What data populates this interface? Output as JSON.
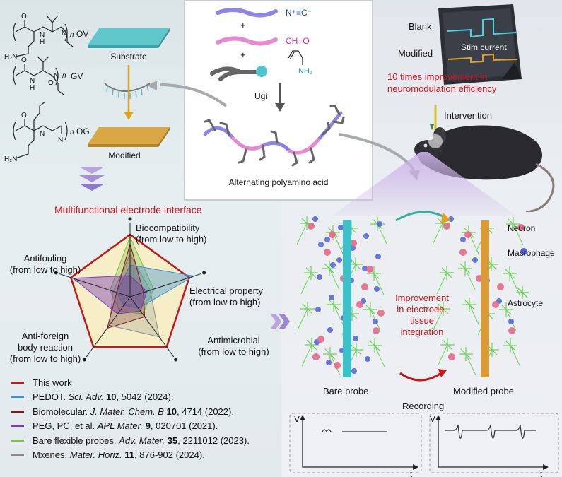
{
  "polymers": {
    "ov": "OV",
    "gv": "GV",
    "og": "OG",
    "n_label": "n",
    "nh2": "H₂N",
    "nh": "N",
    "h": "H",
    "o": "O"
  },
  "substrate": {
    "substrate_label": "Substrate",
    "modified_label": "Modified"
  },
  "ugi": {
    "reagent1": "N⁺≡C⁻",
    "reagent2": "CH=O",
    "plus": "+",
    "amine": "NH₂",
    "reaction": "Ugi",
    "product": "Alternating polyamino acid"
  },
  "mouse_panel": {
    "blank": "Blank",
    "modified": "Modified",
    "stim": "Stim current",
    "improvement": "10 times improvement in neuromodulation efficiency",
    "intervention": "Intervention"
  },
  "radar": {
    "title": "Multifunctional electrode interface",
    "axes": [
      "Biocompatibility (from low to high)",
      "Electrical property (from low to high)",
      "Antimicrobial (from low to high)",
      "Anti-foreign body reaction (from low to high)",
      "Antifouling (from low to high)"
    ]
  },
  "legend": [
    {
      "pre": "This work",
      "journal": "",
      "vol": "",
      "post": "",
      "color": "#c0181c"
    },
    {
      "pre": "PEDOT. ",
      "journal": "Sci. Adv.",
      "vol": "10",
      "post": ", 5042 (2024).",
      "color": "#3b8fd6"
    },
    {
      "pre": "Biomolecular. ",
      "journal": "J. Mater. Chem. B",
      "vol": "10",
      "post": ", 4714 (2022).",
      "color": "#7a1a1a"
    },
    {
      "pre": "PEG, PC, et al. ",
      "journal": "APL Mater.",
      "vol": "9",
      "post": ", 020701 (2021).",
      "color": "#7a3fb8"
    },
    {
      "pre": "Bare flexible probes. ",
      "journal": "Adv. Mater.",
      "vol": "35",
      "post": ", 2211012 (2023).",
      "color": "#7fc143"
    },
    {
      "pre": "Mxenes. ",
      "journal": "Mater. Horiz.",
      "vol": "11",
      "post": ", 876-902 (2024).",
      "color": "#8a8a8a"
    }
  ],
  "probes": {
    "neuron": "Neuron",
    "macrophage": "Macrophage",
    "astrocyte": "Astrocyte",
    "improvement": "Improvement in electrode-tissue integration",
    "bare": "Bare probe",
    "modified": "Modified probe",
    "recording": "Recording",
    "v": "V",
    "t": "t"
  },
  "colors": {
    "this_work": "#c0181c",
    "accent_red": "#d0141e",
    "substrate_top": "#5fc7c9",
    "modified_top": "#d9a744",
    "purple_chain": "#8e86e6",
    "pink_chain": "#e58ad0"
  }
}
